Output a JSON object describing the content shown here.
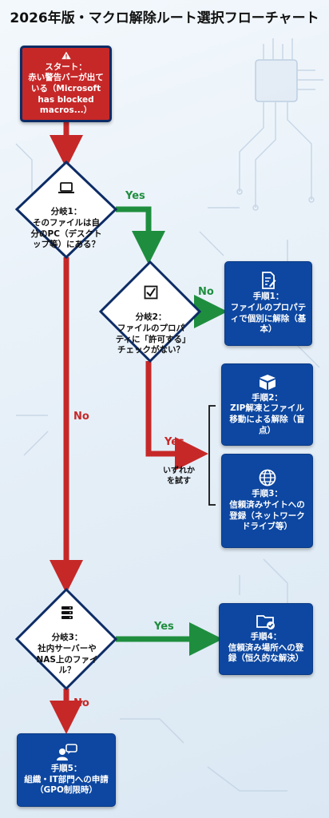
{
  "title": "2026年版・マクロ解除ルート選択フローチャート",
  "start": {
    "text": "スタート：\n赤い警告バーが出ている（Microsoft has blocked macros...）",
    "icon": "warning-icon"
  },
  "branch1": {
    "text": "分岐1：\nそのファイルは自分のPC（デスクトップ等）にある？",
    "icon": "laptop-icon"
  },
  "branch2": {
    "text": "分岐2：\nファイルのプロパティに「許可する」チェックがない？",
    "icon": "checkbox-icon"
  },
  "branch3": {
    "text": "分岐3：\n社内サーバーやNAS上のファイル？",
    "icon": "server-icon"
  },
  "step1": {
    "text": "手順1：\nファイルのプロパティで個別に解除（基本）",
    "icon": "document-edit-icon"
  },
  "step2": {
    "text": "手順2：\nZIP解凍とファイル移動による解除（盲点）",
    "icon": "box-icon"
  },
  "step3": {
    "text": "手順3：\n信頼済みサイトへの登録（ネットワークドライブ等）",
    "icon": "globe-icon"
  },
  "step4": {
    "text": "手順4：\n信頼済み場所への登録（恒久的な解決）",
    "icon": "folder-check-icon"
  },
  "step5": {
    "text": "手順5：\n組織・IT部門への申請（GPO制限時）",
    "icon": "support-user-icon"
  },
  "labels": {
    "b1_yes": "Yes",
    "b1_no": "No",
    "b2_no": "No",
    "b2_yes": "Yes",
    "b3_yes": "Yes",
    "b3_no": "No",
    "try_either": "いずれか\nを試す"
  },
  "colors": {
    "blue": "#0d47a1",
    "red": "#c62828",
    "green": "#1e8e3e",
    "navy": "#0d2c66"
  }
}
